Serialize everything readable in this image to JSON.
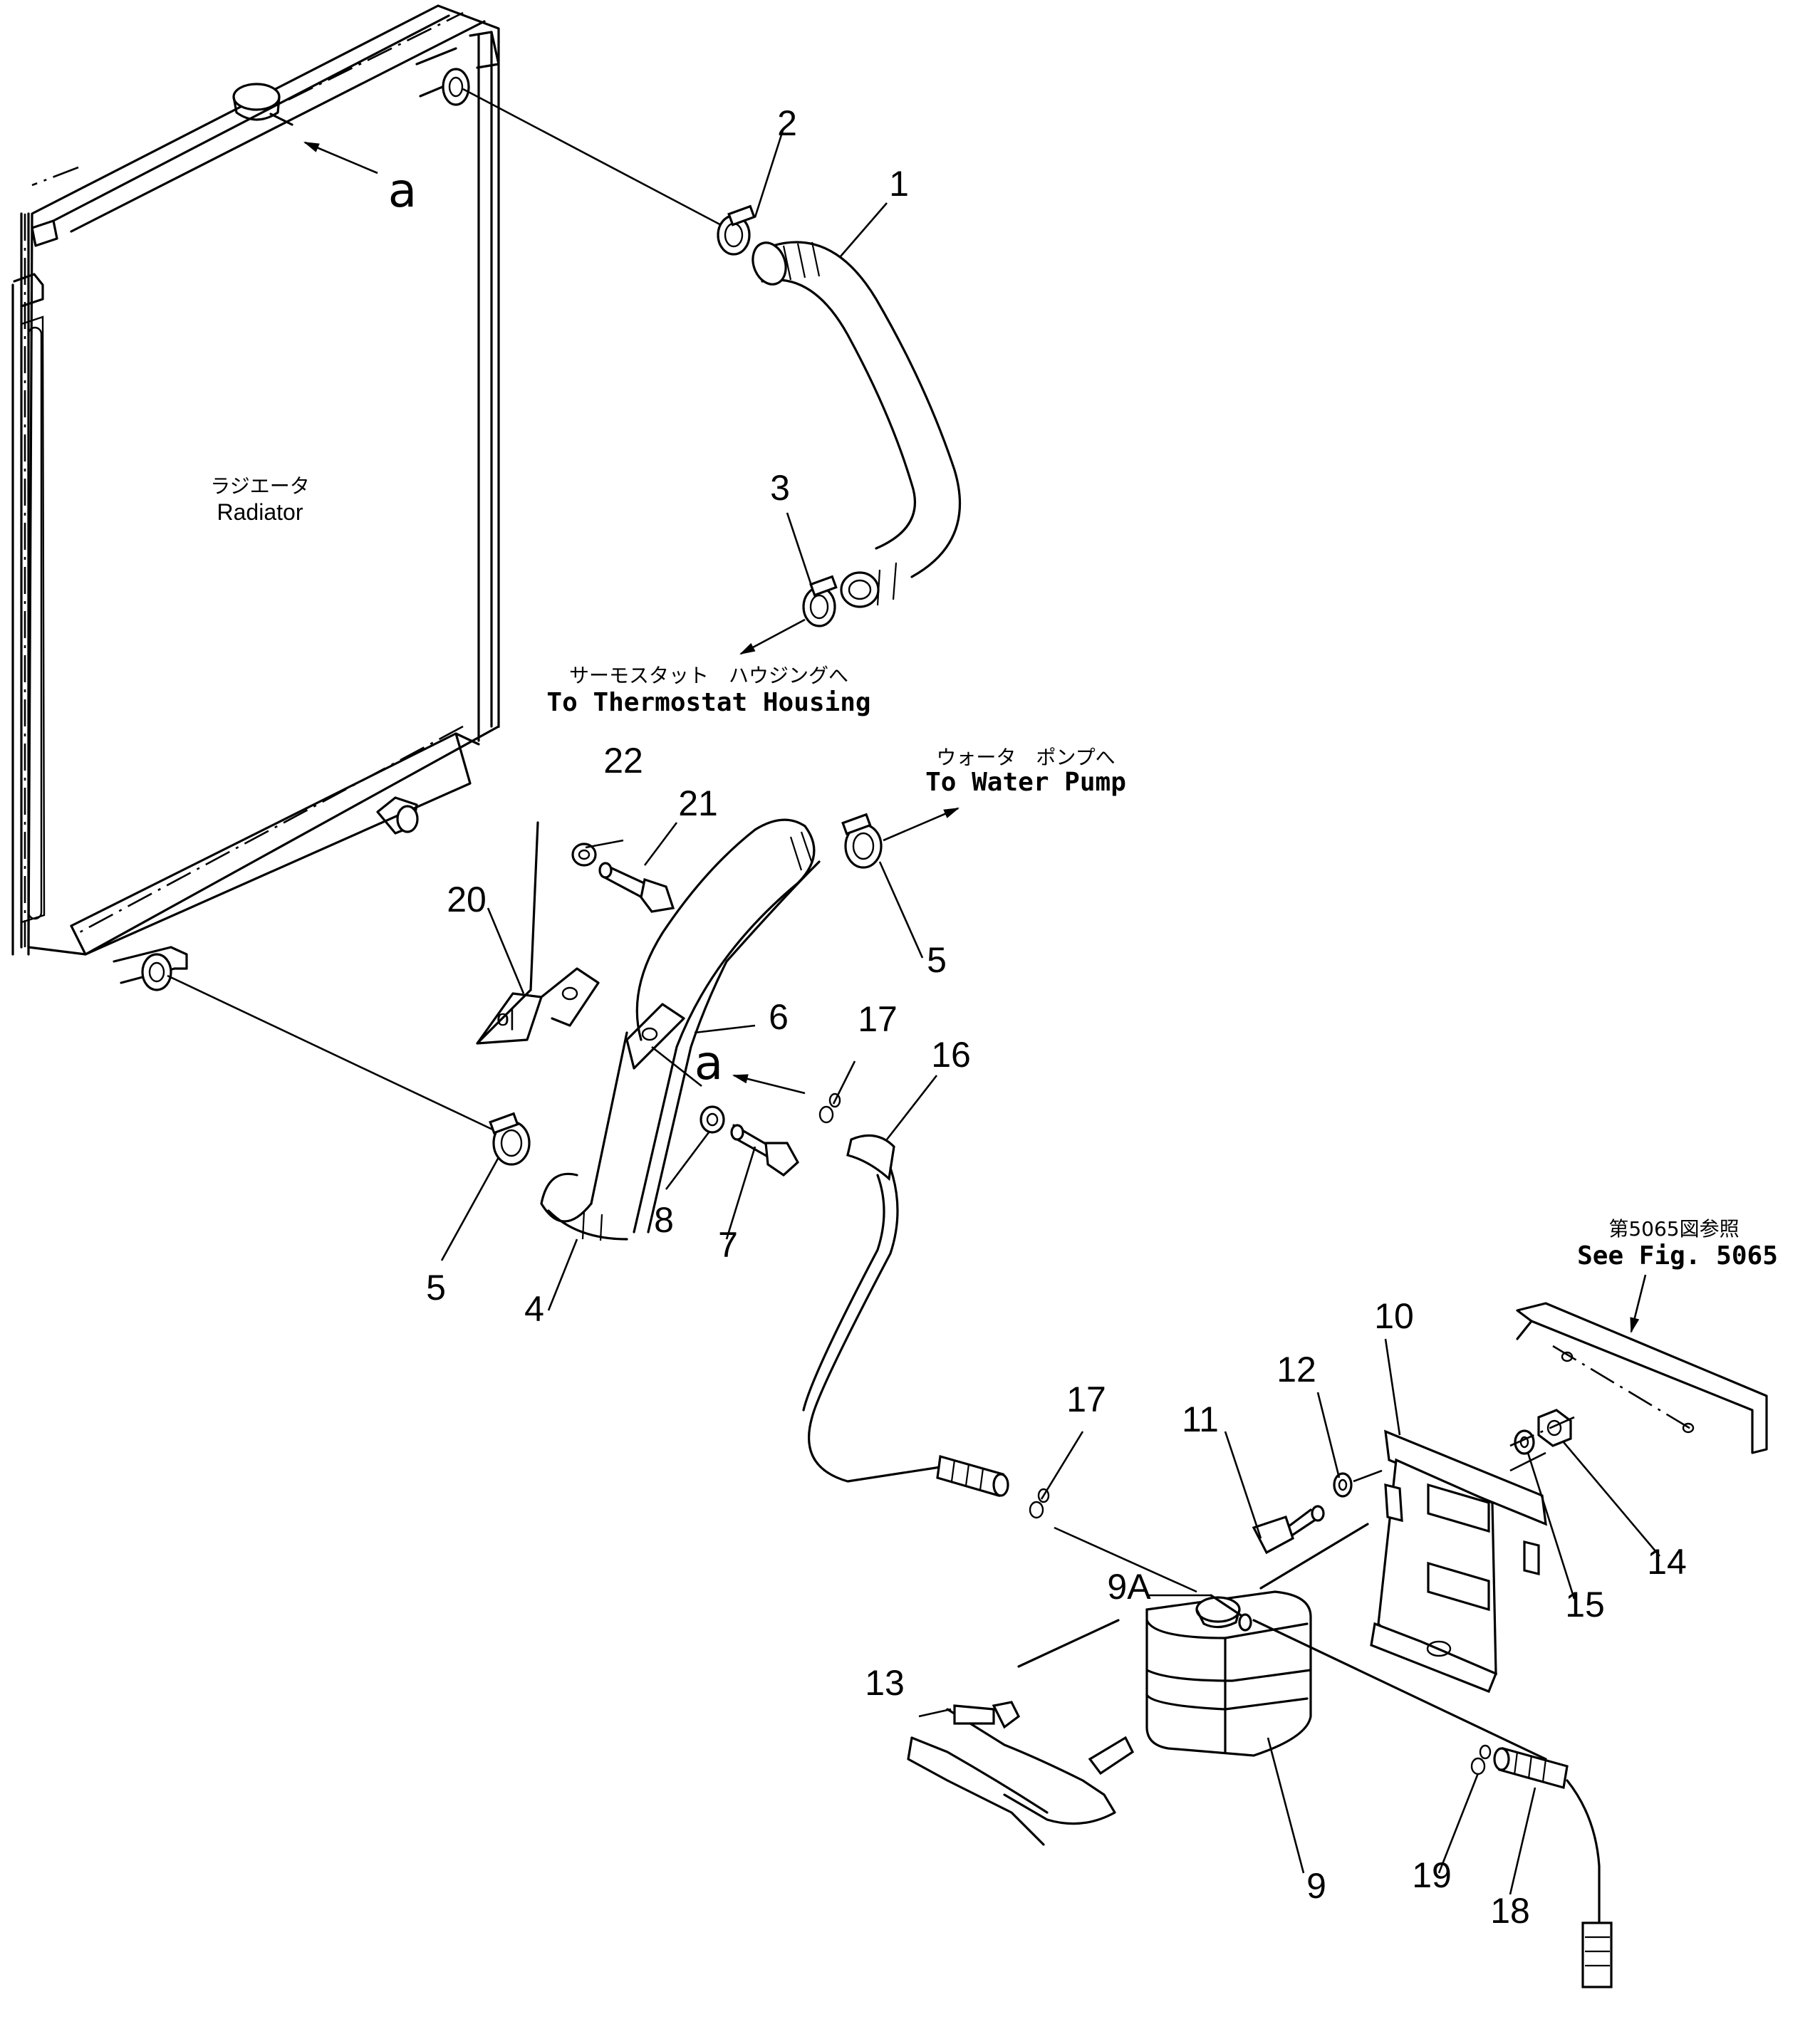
{
  "labels": {
    "radiator_jp": "ラジエータ",
    "radiator_en": "Radiator",
    "thermostat_jp": "サーモスタット　ハウジングへ",
    "thermostat_en": "To Thermostat Housing",
    "waterpump_jp": "ウォータ　ポンプへ",
    "waterpump_en": "To Water Pump",
    "seefig_jp": "第5065図参照",
    "seefig_en": "See Fig. 5065"
  },
  "view_markers": {
    "a_top": "a",
    "a_mid": "a"
  },
  "callouts": {
    "n1": "1",
    "n2": "2",
    "n3": "3",
    "n4": "4",
    "n5a": "5",
    "n5b": "5",
    "n6": "6",
    "n7": "7",
    "n8": "8",
    "n9": "9",
    "n9a": "9A",
    "n10": "10",
    "n11": "11",
    "n12": "12",
    "n13": "13",
    "n14": "14",
    "n15": "15",
    "n16": "16",
    "n17a": "17",
    "n17b": "17",
    "n18": "18",
    "n19": "19",
    "n20": "20",
    "n21": "21",
    "n22": "22"
  }
}
